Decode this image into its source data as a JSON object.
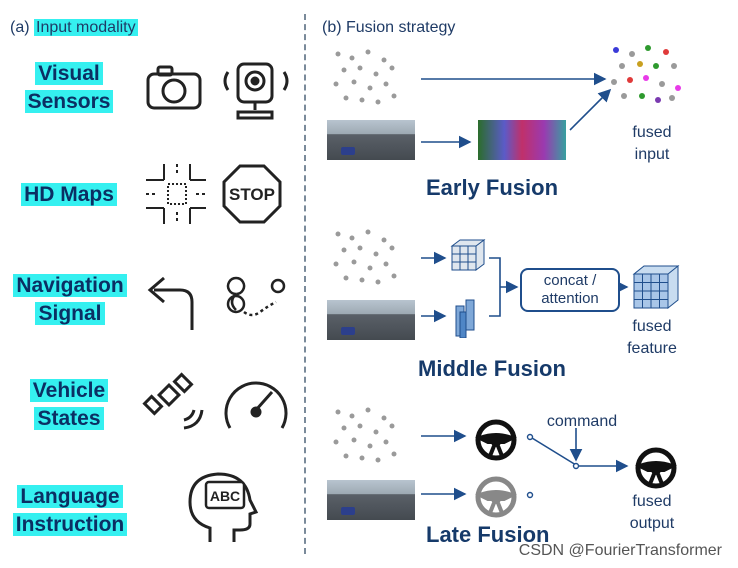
{
  "left": {
    "header_prefix": "(a)",
    "header_label": "Input modality",
    "categories": [
      {
        "line1": "Visual",
        "line2": "Sensors"
      },
      {
        "line1": "HD Maps",
        "line2": ""
      },
      {
        "line1": "Navigation",
        "line2": "Signal"
      },
      {
        "line1": "Vehicle",
        "line2": "States"
      },
      {
        "line1": "Language",
        "line2": "Instruction"
      }
    ],
    "stop_text": "STOP",
    "abc_text": "ABC"
  },
  "right": {
    "header": "(b) Fusion strategy",
    "early": {
      "title": "Early Fusion",
      "out_line1": "fused",
      "out_line2": "input"
    },
    "middle": {
      "title": "Middle Fusion",
      "box_line1": "concat /",
      "box_line2": "attention",
      "out_line1": "fused",
      "out_line2": "feature"
    },
    "late": {
      "title": "Late Fusion",
      "command": "command",
      "out_line1": "fused",
      "out_line2": "output"
    }
  },
  "watermark": "CSDN @FourierTransformer",
  "colors": {
    "highlight": "#35f0f0",
    "title_blue": "#0b2f63",
    "arrow": "#1f4e8c"
  }
}
